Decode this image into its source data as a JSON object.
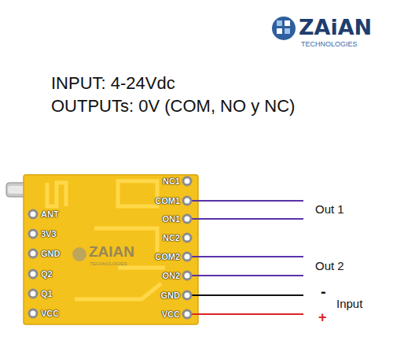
{
  "diagram": {
    "labels": [
      "ZAiAN",
      "TECHNOLOGIES",
      "INPUT: 4-24Vdc",
      "OUTPUTs: 0V (COM, NO y NC)",
      "NC1",
      "COM1",
      "ON1",
      "NC2",
      "COM2",
      "ON2",
      "GND",
      "VCC",
      "ANT",
      "3V3",
      "GND",
      "Q2",
      "Q1",
      "VCC",
      "ZAIAN",
      "TECHNOLOGIES",
      "Out 1",
      "Out 2",
      "-",
      "Input",
      "+"
    ]
  }
}
